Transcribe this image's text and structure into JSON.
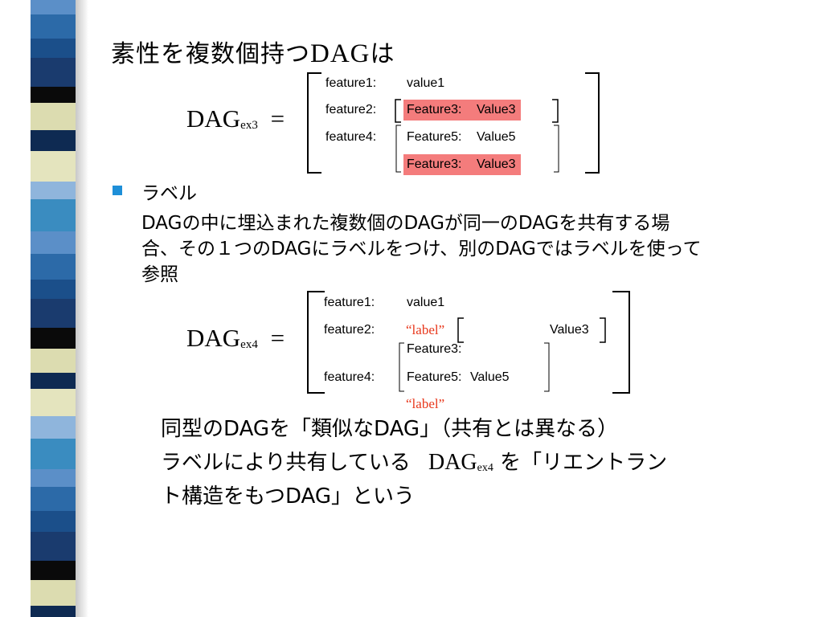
{
  "title": {
    "prefix": "素性を複数個持つ",
    "dag": "DAG",
    "suffix": "は"
  },
  "dag_ex3": {
    "name": "DAG",
    "sub": "ex3",
    "eq": "=",
    "rows": {
      "f1": "feature1:",
      "v1": "value1",
      "f2": "feature2:",
      "f3": "Feature3:",
      "v3": "Value3",
      "f4": "feature4:",
      "f5": "Feature5:",
      "v5": "Value5",
      "f3b": "Feature3:",
      "v3b": "Value3"
    }
  },
  "bullet": {
    "heading": "ラベル",
    "lines": [
      "DAGの中に埋込まれた複数個のDAGが同一のDAGを共有する場",
      "合、その１つのDAGにラベルをつけ、別のDAGではラベルを使って",
      "参照"
    ]
  },
  "dag_ex4": {
    "name": "DAG",
    "sub": "ex4",
    "eq": "=",
    "rows": {
      "f1": "feature1:",
      "v1": "value1",
      "f2": "feature2:",
      "label1": "“label”",
      "v3": "Value3",
      "f3": "Feature3:",
      "f4": "feature4:",
      "f5": "Feature5:",
      "v5": "Value5",
      "label2": "“label”"
    }
  },
  "closing": {
    "line1": "同型のDAGを「類似なDAG」（共有とは異なる）",
    "line2_pre": "ラベルにより共有している",
    "line2_dag": "DAG",
    "line2_sub": "ex4",
    "line2_post": "を「リエントラン",
    "line3": "ト構造をもつDAG」という"
  },
  "colors": {
    "highlight": "#f47c7c",
    "label_red": "#e8381c",
    "bullet": "#1e8fd8"
  }
}
